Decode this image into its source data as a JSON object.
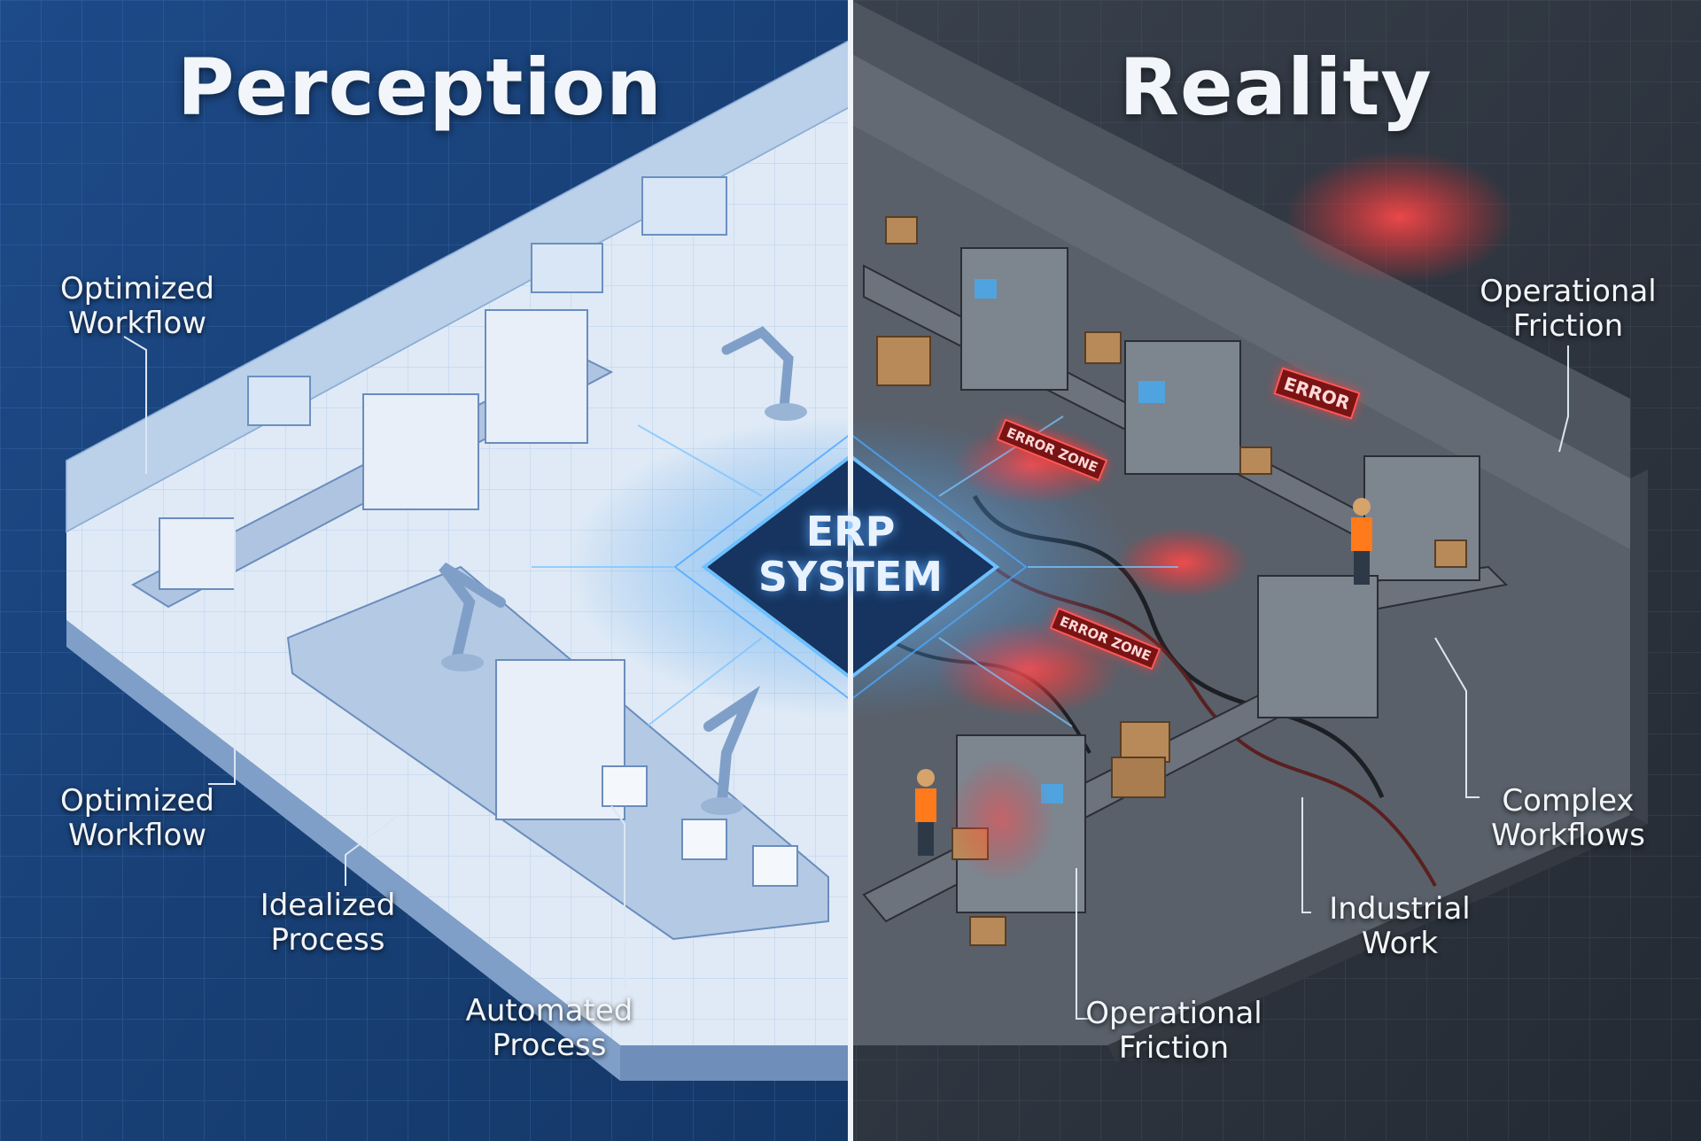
{
  "titles": {
    "left": "Perception",
    "right": "Reality"
  },
  "center": {
    "line1": "ERP",
    "line2": "SYSTEM"
  },
  "left_labels": [
    {
      "line1": "Optimized",
      "line2": "Workflow"
    },
    {
      "line1": "Optimized",
      "line2": "Workflow"
    },
    {
      "line1": "Idealized",
      "line2": "Process"
    },
    {
      "line1": "Automated",
      "line2": "Process"
    }
  ],
  "right_labels": [
    {
      "line1": "Operational",
      "line2": "Friction"
    },
    {
      "line1": "Complex",
      "line2": "Workflows"
    },
    {
      "line1": "Industrial",
      "line2": "Work"
    },
    {
      "line1": "Operational",
      "line2": "Friction"
    }
  ],
  "signs": {
    "error": "ERROR",
    "zone_a": "ERROR ZONE",
    "zone_b": "ERROR ZONE"
  },
  "colors": {
    "perception_bg": "#1f4f8f",
    "reality_bg": "#2c333d",
    "erp_glow": "#4aa8ff",
    "error_red": "#ff3b3b"
  }
}
